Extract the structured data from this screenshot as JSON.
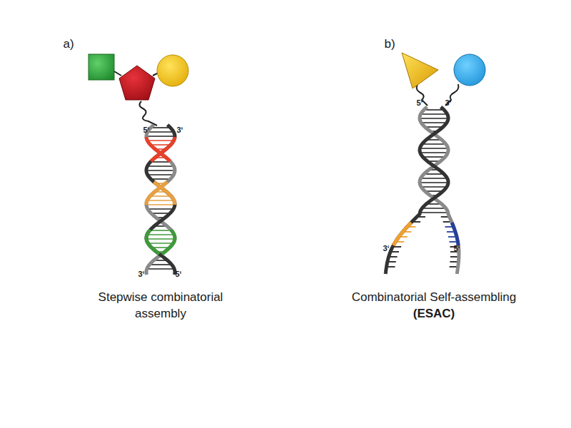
{
  "diagram": {
    "labels": [
      "a)",
      "5‘",
      "3‘",
      "3‘",
      "5‘",
      "Stepwise combinatorial assembly",
      "b)",
      "5‘",
      "3‘",
      "3‘",
      "5‘",
      "Combinatorial Self-assembling",
      "(ESAC)"
    ]
  }
}
